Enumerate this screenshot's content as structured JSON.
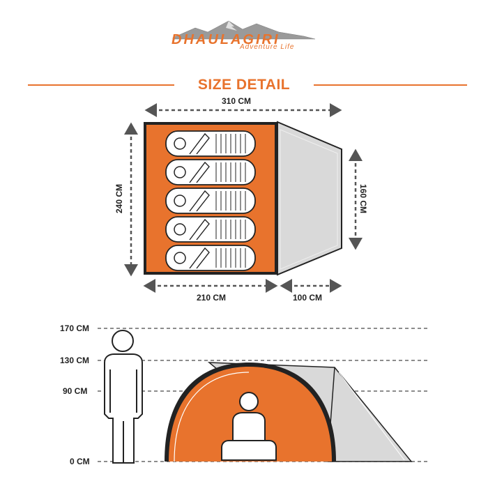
{
  "brand": {
    "name": "DHAULAGIRI",
    "tagline": "Adventure Life"
  },
  "title": "SIZE DETAIL",
  "colors": {
    "accent": "#e8732d",
    "dark": "#222222",
    "vestibule": "#d9d9d9",
    "dash": "#555555"
  },
  "floor_plan": {
    "total_length": "310 CM",
    "width": "240 CM",
    "vestibule_depth": "160 CM",
    "inner_length": "210 CM",
    "vestibule_length": "100 CM",
    "sleeping_bags": 5
  },
  "height_chart": {
    "levels": [
      "170 CM",
      "130 CM",
      "90 CM",
      "0 CM"
    ]
  }
}
